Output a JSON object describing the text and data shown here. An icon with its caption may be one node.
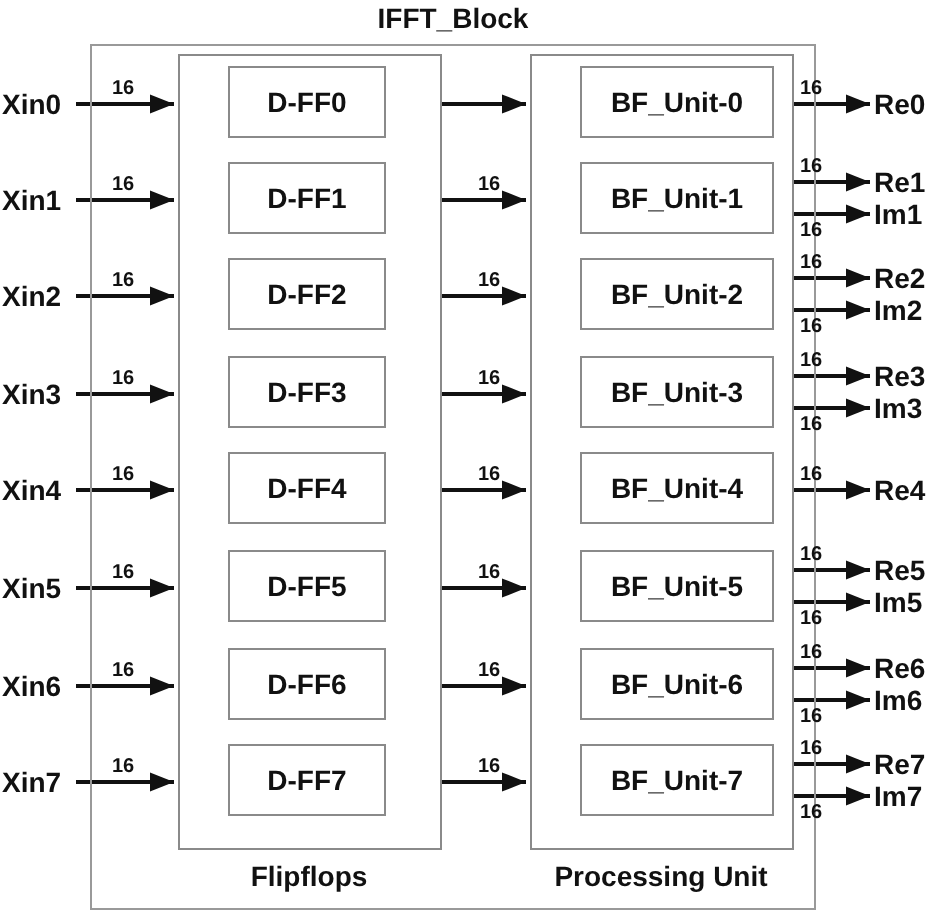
{
  "diagram": {
    "nodes": [
      {
        "text": [
          "IFFT_Block"
        ]
      },
      {
        "text": [
          "Flipflops"
        ],
        "in": 0
      },
      {
        "text": [
          "D-FF0"
        ],
        "in": 1
      },
      {
        "text": [
          "D-FF1"
        ],
        "in": 1
      },
      {
        "text": [
          "D-FF2"
        ],
        "in": 1
      },
      {
        "text": [
          "D-FF3"
        ],
        "in": 1
      },
      {
        "text": [
          "D-FF4"
        ],
        "in": 1
      },
      {
        "text": [
          "D-FF5"
        ],
        "in": 1
      },
      {
        "text": [
          "D-FF6"
        ],
        "in": 1
      },
      {
        "text": [
          "D-FF7"
        ],
        "in": 1
      },
      {
        "text": [
          "Processing Unit"
        ],
        "in": 0
      },
      {
        "text": [
          "BF_Unit-0"
        ],
        "in": 10
      },
      {
        "text": [
          "BF_Unit-1"
        ],
        "in": 10
      },
      {
        "text": [
          "BF_Unit-2"
        ],
        "in": 10
      },
      {
        "text": [
          "BF_Unit-3"
        ],
        "in": 10
      },
      {
        "text": [
          "BF_Unit-4"
        ],
        "in": 10
      },
      {
        "text": [
          "BF_Unit-5"
        ],
        "in": 10
      },
      {
        "text": [
          "BF_Unit-6"
        ],
        "in": 10
      },
      {
        "text": [
          "BF_Unit-7"
        ],
        "in": 10
      },
      {
        "text": [
          "Xin0"
        ]
      },
      {
        "text": [
          "Xin1"
        ]
      },
      {
        "text": [
          "Xin2"
        ]
      },
      {
        "text": [
          "Xin3"
        ]
      },
      {
        "text": [
          "Xin4"
        ]
      },
      {
        "text": [
          "Xin5"
        ]
      },
      {
        "text": [
          "Xin6"
        ]
      },
      {
        "text": [
          "Xin7"
        ]
      },
      {
        "text": [
          "Re0"
        ]
      },
      {
        "text": [
          "Re1"
        ]
      },
      {
        "text": [
          "Im1"
        ]
      },
      {
        "text": [
          "Re2"
        ]
      },
      {
        "text": [
          "Im2"
        ]
      },
      {
        "text": [
          "Re3"
        ]
      },
      {
        "text": [
          "Im3"
        ]
      },
      {
        "text": [
          "Re4"
        ]
      },
      {
        "text": [
          "Re5"
        ]
      },
      {
        "text": [
          "Im5"
        ]
      },
      {
        "text": [
          "Re6"
        ]
      },
      {
        "text": [
          "Im6"
        ]
      },
      {
        "text": [
          "Re7"
        ]
      },
      {
        "text": [
          "Im7"
        ]
      }
    ],
    "edges": [
      {
        "from": 19,
        "to": 1,
        "arrow": "to",
        "label": "16"
      },
      {
        "from": 20,
        "to": 1,
        "arrow": "to",
        "label": "16"
      },
      {
        "from": 21,
        "to": 1,
        "arrow": "to",
        "label": "16"
      },
      {
        "from": 22,
        "to": 1,
        "arrow": "to",
        "label": "16"
      },
      {
        "from": 23,
        "to": 1,
        "arrow": "to",
        "label": "16"
      },
      {
        "from": 24,
        "to": 1,
        "arrow": "to",
        "label": "16"
      },
      {
        "from": 25,
        "to": 1,
        "arrow": "to",
        "label": "16"
      },
      {
        "from": 26,
        "to": 1,
        "arrow": "to",
        "label": "16"
      },
      {
        "from": 1,
        "to": 10,
        "arrow": "to"
      },
      {
        "from": 1,
        "to": 10,
        "arrow": "to",
        "label": "16"
      },
      {
        "from": 1,
        "to": 10,
        "arrow": "to",
        "label": "16"
      },
      {
        "from": 1,
        "to": 10,
        "arrow": "to",
        "label": "16"
      },
      {
        "from": 1,
        "to": 10,
        "arrow": "to",
        "label": "16"
      },
      {
        "from": 1,
        "to": 10,
        "arrow": "to",
        "label": "16"
      },
      {
        "from": 1,
        "to": 10,
        "arrow": "to",
        "label": "16"
      },
      {
        "from": 1,
        "to": 10,
        "arrow": "to",
        "label": "16"
      },
      {
        "from": 10,
        "to": 27,
        "arrow": "to",
        "label": "16"
      },
      {
        "from": 10,
        "to": 28,
        "arrow": "to",
        "label": "16"
      },
      {
        "from": 10,
        "to": 29,
        "arrow": "to",
        "label": "16"
      },
      {
        "from": 10,
        "to": 30,
        "arrow": "to",
        "label": "16"
      },
      {
        "from": 10,
        "to": 31,
        "arrow": "to",
        "label": "16"
      },
      {
        "from": 10,
        "to": 32,
        "arrow": "to",
        "label": "16"
      },
      {
        "from": 10,
        "to": 33,
        "arrow": "to",
        "label": "16"
      },
      {
        "from": 10,
        "to": 34,
        "arrow": "to",
        "label": "16"
      },
      {
        "from": 10,
        "to": 35,
        "arrow": "to",
        "label": "16"
      },
      {
        "from": 10,
        "to": 36,
        "arrow": "to",
        "label": "16"
      },
      {
        "from": 10,
        "to": 37,
        "arrow": "to",
        "label": "16"
      },
      {
        "from": 10,
        "to": 38,
        "arrow": "to",
        "label": "16"
      },
      {
        "from": 10,
        "to": 39,
        "arrow": "to",
        "label": "16"
      },
      {
        "from": 10,
        "to": 40,
        "arrow": "to",
        "label": "16"
      }
    ]
  }
}
